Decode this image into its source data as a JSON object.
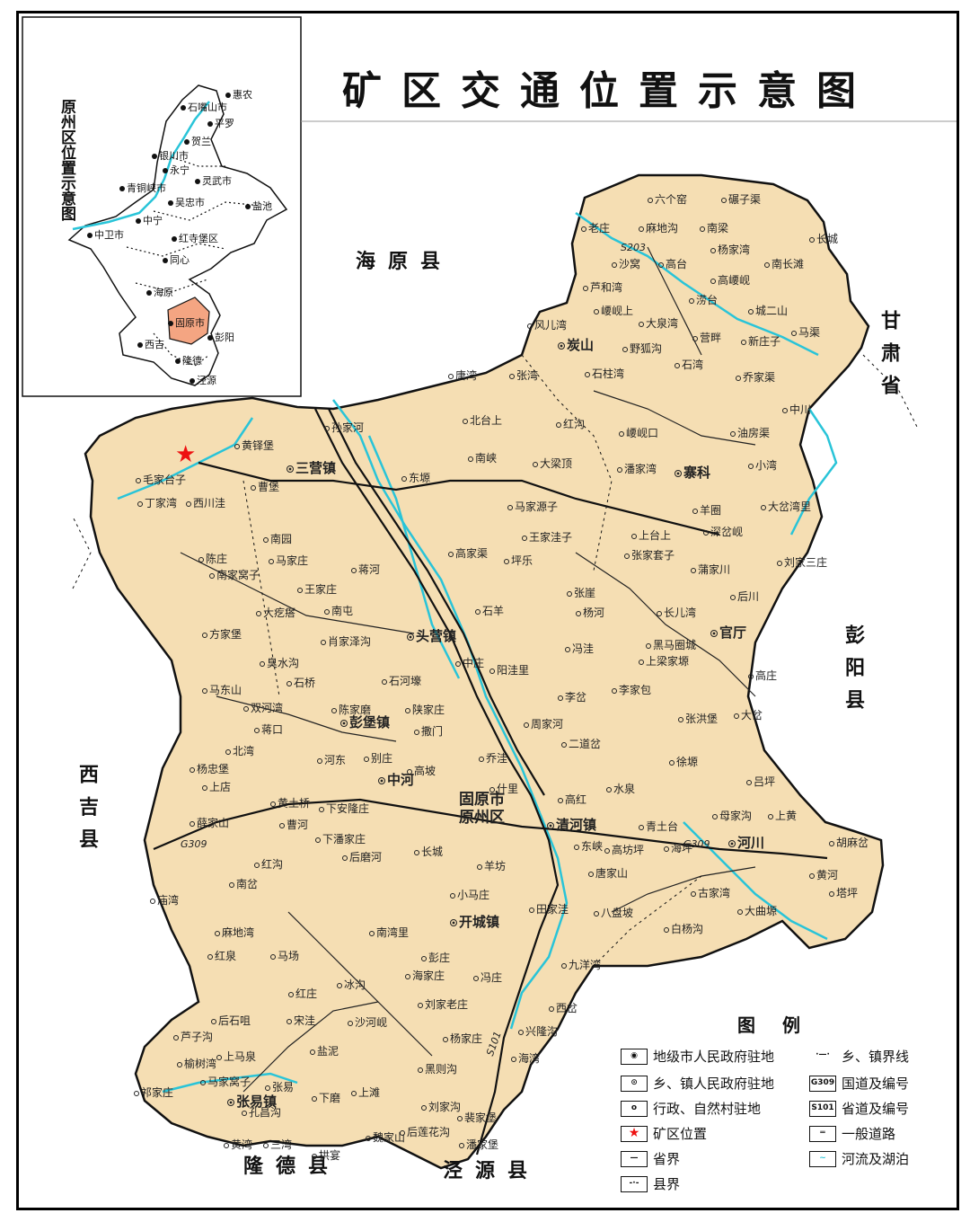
{
  "title": "矿区交通位置示意图",
  "inset": {
    "title": "原州区位置示意图",
    "places": [
      {
        "name": "惠农"
      },
      {
        "name": "石嘴山市"
      },
      {
        "name": "平罗"
      },
      {
        "name": "贺兰"
      },
      {
        "name": "银川市"
      },
      {
        "name": "永宁"
      },
      {
        "name": "灵武市"
      },
      {
        "name": "青铜峡市"
      },
      {
        "name": "吴忠市"
      },
      {
        "name": "盐池"
      },
      {
        "name": "中宁"
      },
      {
        "name": "中卫市"
      },
      {
        "name": "红寺堡区"
      },
      {
        "name": "同心"
      },
      {
        "name": "海原"
      },
      {
        "name": "固原市"
      },
      {
        "name": "西吉"
      },
      {
        "name": "彭阳"
      },
      {
        "name": "隆德"
      },
      {
        "name": "泾源"
      }
    ]
  },
  "neighbors": {
    "haiyuan": "海原县",
    "gansu": "甘肃省",
    "pengyang": "彭阳县",
    "xiji": "西吉县",
    "longde": "隆德县",
    "jingyuan": "泾源县"
  },
  "places": {
    "city": [
      {
        "name": "固原市"
      },
      {
        "name": "原州区"
      }
    ],
    "towns": [
      {
        "name": "三营镇"
      },
      {
        "name": "头营镇"
      },
      {
        "name": "彭堡镇"
      },
      {
        "name": "中河"
      },
      {
        "name": "清河镇"
      },
      {
        "name": "开城镇"
      },
      {
        "name": "张易镇"
      },
      {
        "name": "官厅"
      },
      {
        "name": "河川"
      },
      {
        "name": "寨科"
      },
      {
        "name": "炭山"
      }
    ],
    "villages": [
      {
        "name": "六个窑"
      },
      {
        "name": "碾子渠"
      },
      {
        "name": "老庄"
      },
      {
        "name": "麻地沟"
      },
      {
        "name": "南梁"
      },
      {
        "name": "杨家湾"
      },
      {
        "name": "长城"
      },
      {
        "name": "沙窝"
      },
      {
        "name": "高台"
      },
      {
        "name": "南长滩"
      },
      {
        "name": "芦和湾"
      },
      {
        "name": "高崾岘"
      },
      {
        "name": "崾岘上"
      },
      {
        "name": "涝台"
      },
      {
        "name": "城二山"
      },
      {
        "name": "风儿湾"
      },
      {
        "name": "大泉湾"
      },
      {
        "name": "营畔"
      },
      {
        "name": "马渠"
      },
      {
        "name": "野狐沟"
      },
      {
        "name": "新庄子"
      },
      {
        "name": "石湾"
      },
      {
        "name": "唐湾"
      },
      {
        "name": "张湾"
      },
      {
        "name": "石柱湾"
      },
      {
        "name": "乔家渠"
      },
      {
        "name": "中川"
      },
      {
        "name": "孙家河"
      },
      {
        "name": "北台上"
      },
      {
        "name": "红沟"
      },
      {
        "name": "崾岘口"
      },
      {
        "name": "油房渠"
      },
      {
        "name": "黄铎堡"
      },
      {
        "name": "毛家台子"
      },
      {
        "name": "南峡"
      },
      {
        "name": "大梁顶"
      },
      {
        "name": "潘家湾"
      },
      {
        "name": "小湾"
      },
      {
        "name": "曹堡"
      },
      {
        "name": "东塬"
      },
      {
        "name": "丁家湾"
      },
      {
        "name": "西川洼"
      },
      {
        "name": "马家源子"
      },
      {
        "name": "羊圈"
      },
      {
        "name": "大岔湾里"
      },
      {
        "name": "南园"
      },
      {
        "name": "王家洼子"
      },
      {
        "name": "上台上"
      },
      {
        "name": "深岔岘"
      },
      {
        "name": "陈庄"
      },
      {
        "name": "马家庄"
      },
      {
        "name": "高家渠"
      },
      {
        "name": "坪乐"
      },
      {
        "name": "张家套子"
      },
      {
        "name": "刘家三庄"
      },
      {
        "name": "南家窝子"
      },
      {
        "name": "蒋河"
      },
      {
        "name": "蒲家川"
      },
      {
        "name": "王家庄"
      },
      {
        "name": "张崖"
      },
      {
        "name": "后川"
      },
      {
        "name": "大疙瘩"
      },
      {
        "name": "南屯"
      },
      {
        "name": "石羊"
      },
      {
        "name": "杨河"
      },
      {
        "name": "长儿湾"
      },
      {
        "name": "方家堡"
      },
      {
        "name": "肖家泽沟"
      },
      {
        "name": "黑马圈城"
      },
      {
        "name": "冯洼"
      },
      {
        "name": "上梁家塬"
      },
      {
        "name": "臭水沟"
      },
      {
        "name": "石桥"
      },
      {
        "name": "中庄"
      },
      {
        "name": "阳洼里"
      },
      {
        "name": "高庄"
      },
      {
        "name": "李家包"
      },
      {
        "name": "马东山"
      },
      {
        "name": "石河壕"
      },
      {
        "name": "李岔"
      },
      {
        "name": "双河湾"
      },
      {
        "name": "陈家磨"
      },
      {
        "name": "陕家庄"
      },
      {
        "name": "蒋口"
      },
      {
        "name": "张洪堡"
      },
      {
        "name": "周家河"
      },
      {
        "name": "大岔"
      },
      {
        "name": "北湾"
      },
      {
        "name": "撒门"
      },
      {
        "name": "二道岔"
      },
      {
        "name": "杨忠堡"
      },
      {
        "name": "河东"
      },
      {
        "name": "别庄"
      },
      {
        "name": "乔洼"
      },
      {
        "name": "徐塬"
      },
      {
        "name": "高坡"
      },
      {
        "name": "吕坪"
      },
      {
        "name": "上店"
      },
      {
        "name": "什里"
      },
      {
        "name": "高红"
      },
      {
        "name": "水泉"
      },
      {
        "name": "黄土桥"
      },
      {
        "name": "下安隆庄"
      },
      {
        "name": "母家沟"
      },
      {
        "name": "上黄"
      },
      {
        "name": "薛家山"
      },
      {
        "name": "曹河"
      },
      {
        "name": "青土台"
      },
      {
        "name": "胡麻岔"
      },
      {
        "name": "下潘家庄"
      },
      {
        "name": "东峡"
      },
      {
        "name": "高坊坪"
      },
      {
        "name": "海坪"
      },
      {
        "name": "后磨河"
      },
      {
        "name": "红沟"
      },
      {
        "name": "长城"
      },
      {
        "name": "南岔"
      },
      {
        "name": "羊坊"
      },
      {
        "name": "唐家山"
      },
      {
        "name": "黄河"
      },
      {
        "name": "庙湾"
      },
      {
        "name": "小马庄"
      },
      {
        "name": "古家湾"
      },
      {
        "name": "塔坪"
      },
      {
        "name": "田家洼"
      },
      {
        "name": "八盘坡"
      },
      {
        "name": "大曲塬"
      },
      {
        "name": "麻地湾"
      },
      {
        "name": "南湾里"
      },
      {
        "name": "白杨沟"
      },
      {
        "name": "红泉"
      },
      {
        "name": "马场"
      },
      {
        "name": "彭庄"
      },
      {
        "name": "九洋湾"
      },
      {
        "name": "海家庄"
      },
      {
        "name": "冯庄"
      },
      {
        "name": "红庄"
      },
      {
        "name": "冰沟"
      },
      {
        "name": "刘家老庄"
      },
      {
        "name": "西岔"
      },
      {
        "name": "后石咀"
      },
      {
        "name": "宋洼"
      },
      {
        "name": "沙河岘"
      },
      {
        "name": "兴隆沟"
      },
      {
        "name": "芦子沟"
      },
      {
        "name": "杨家庄"
      },
      {
        "name": "上马泉"
      },
      {
        "name": "盐泥"
      },
      {
        "name": "海湾"
      },
      {
        "name": "榆树湾"
      },
      {
        "name": "黑则沟"
      },
      {
        "name": "马家窝子"
      },
      {
        "name": "张易"
      },
      {
        "name": "上滩"
      },
      {
        "name": "祁家庄"
      },
      {
        "name": "刘家沟"
      },
      {
        "name": "下磨"
      },
      {
        "name": "孔昌沟"
      },
      {
        "name": "裴家堡"
      },
      {
        "name": "后莲花沟"
      },
      {
        "name": "黄湾"
      },
      {
        "name": "三湾"
      },
      {
        "name": "魏家山"
      },
      {
        "name": "潘家堡"
      },
      {
        "name": "拱宴"
      }
    ]
  },
  "roads": {
    "g309": "G309",
    "s203": "S203",
    "s101": "S101"
  },
  "legend": {
    "title": "图例",
    "items": [
      {
        "label": "地级市人民政府驻地"
      },
      {
        "label": "乡、镇人民政府驻地"
      },
      {
        "label": "行政、自然村驻地"
      },
      {
        "label": "矿区位置"
      },
      {
        "label": "省界"
      },
      {
        "label": "县界"
      },
      {
        "label": "乡、镇界线"
      },
      {
        "label": "国道及编号",
        "code": "G309"
      },
      {
        "label": "省道及编号",
        "code": "S101"
      },
      {
        "label": "一般道路"
      },
      {
        "label": "河流及湖泊"
      }
    ]
  },
  "colors": {
    "land": "#f5deb3",
    "water": "#29c4d8",
    "boundary": "#111111",
    "inset_highlight": "#f4a582",
    "mine": "#e11111"
  }
}
